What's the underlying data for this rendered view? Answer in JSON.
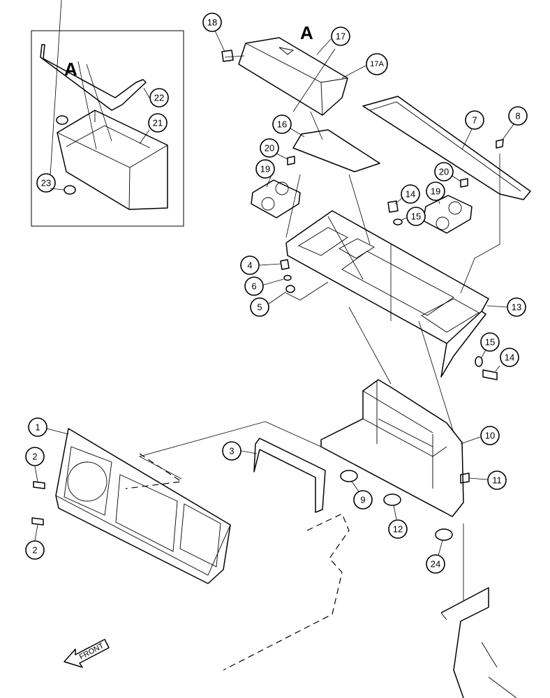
{
  "view_labels": [
    "A",
    "A"
  ],
  "front_arrow_label": "FRONT",
  "callouts": [
    "1",
    "2",
    "2",
    "3",
    "4",
    "5",
    "6",
    "7",
    "8",
    "9",
    "10",
    "11",
    "12",
    "13",
    "14",
    "14",
    "15",
    "15",
    "16",
    "17",
    "17A",
    "18",
    "19",
    "19",
    "20",
    "20",
    "21",
    "22",
    "23",
    "24"
  ]
}
